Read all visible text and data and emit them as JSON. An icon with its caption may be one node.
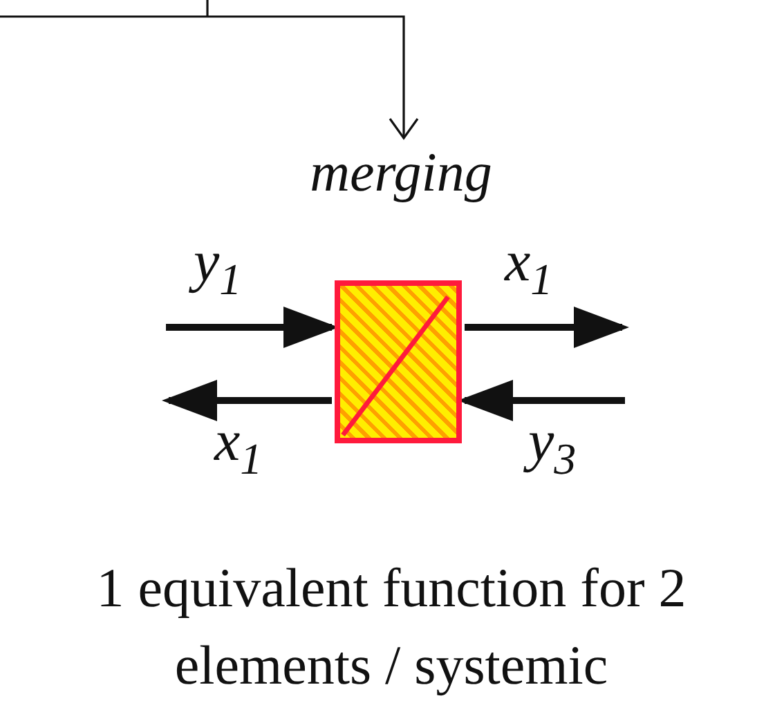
{
  "diagram": {
    "caption": "1 equivalent function for 2 elements / systemic",
    "nodes": [
      {
        "text": [
          "merging"
        ]
      },
      {
        "text": [],
        "shape": "box"
      }
    ],
    "edges": [
      {
        "from": null,
        "to": 0,
        "arrow": "to"
      },
      {
        "from": null,
        "to": 1,
        "arrow": "to",
        "label": "y$_{1}$"
      },
      {
        "from": 1,
        "to": null,
        "arrow": "to",
        "label": "x$_{1}$"
      },
      {
        "from": 1,
        "to": null,
        "arrow": "to",
        "label": "x$_{1}$"
      },
      {
        "from": null,
        "to": 1,
        "arrow": "to",
        "label": "y$_{3}$"
      }
    ]
  }
}
